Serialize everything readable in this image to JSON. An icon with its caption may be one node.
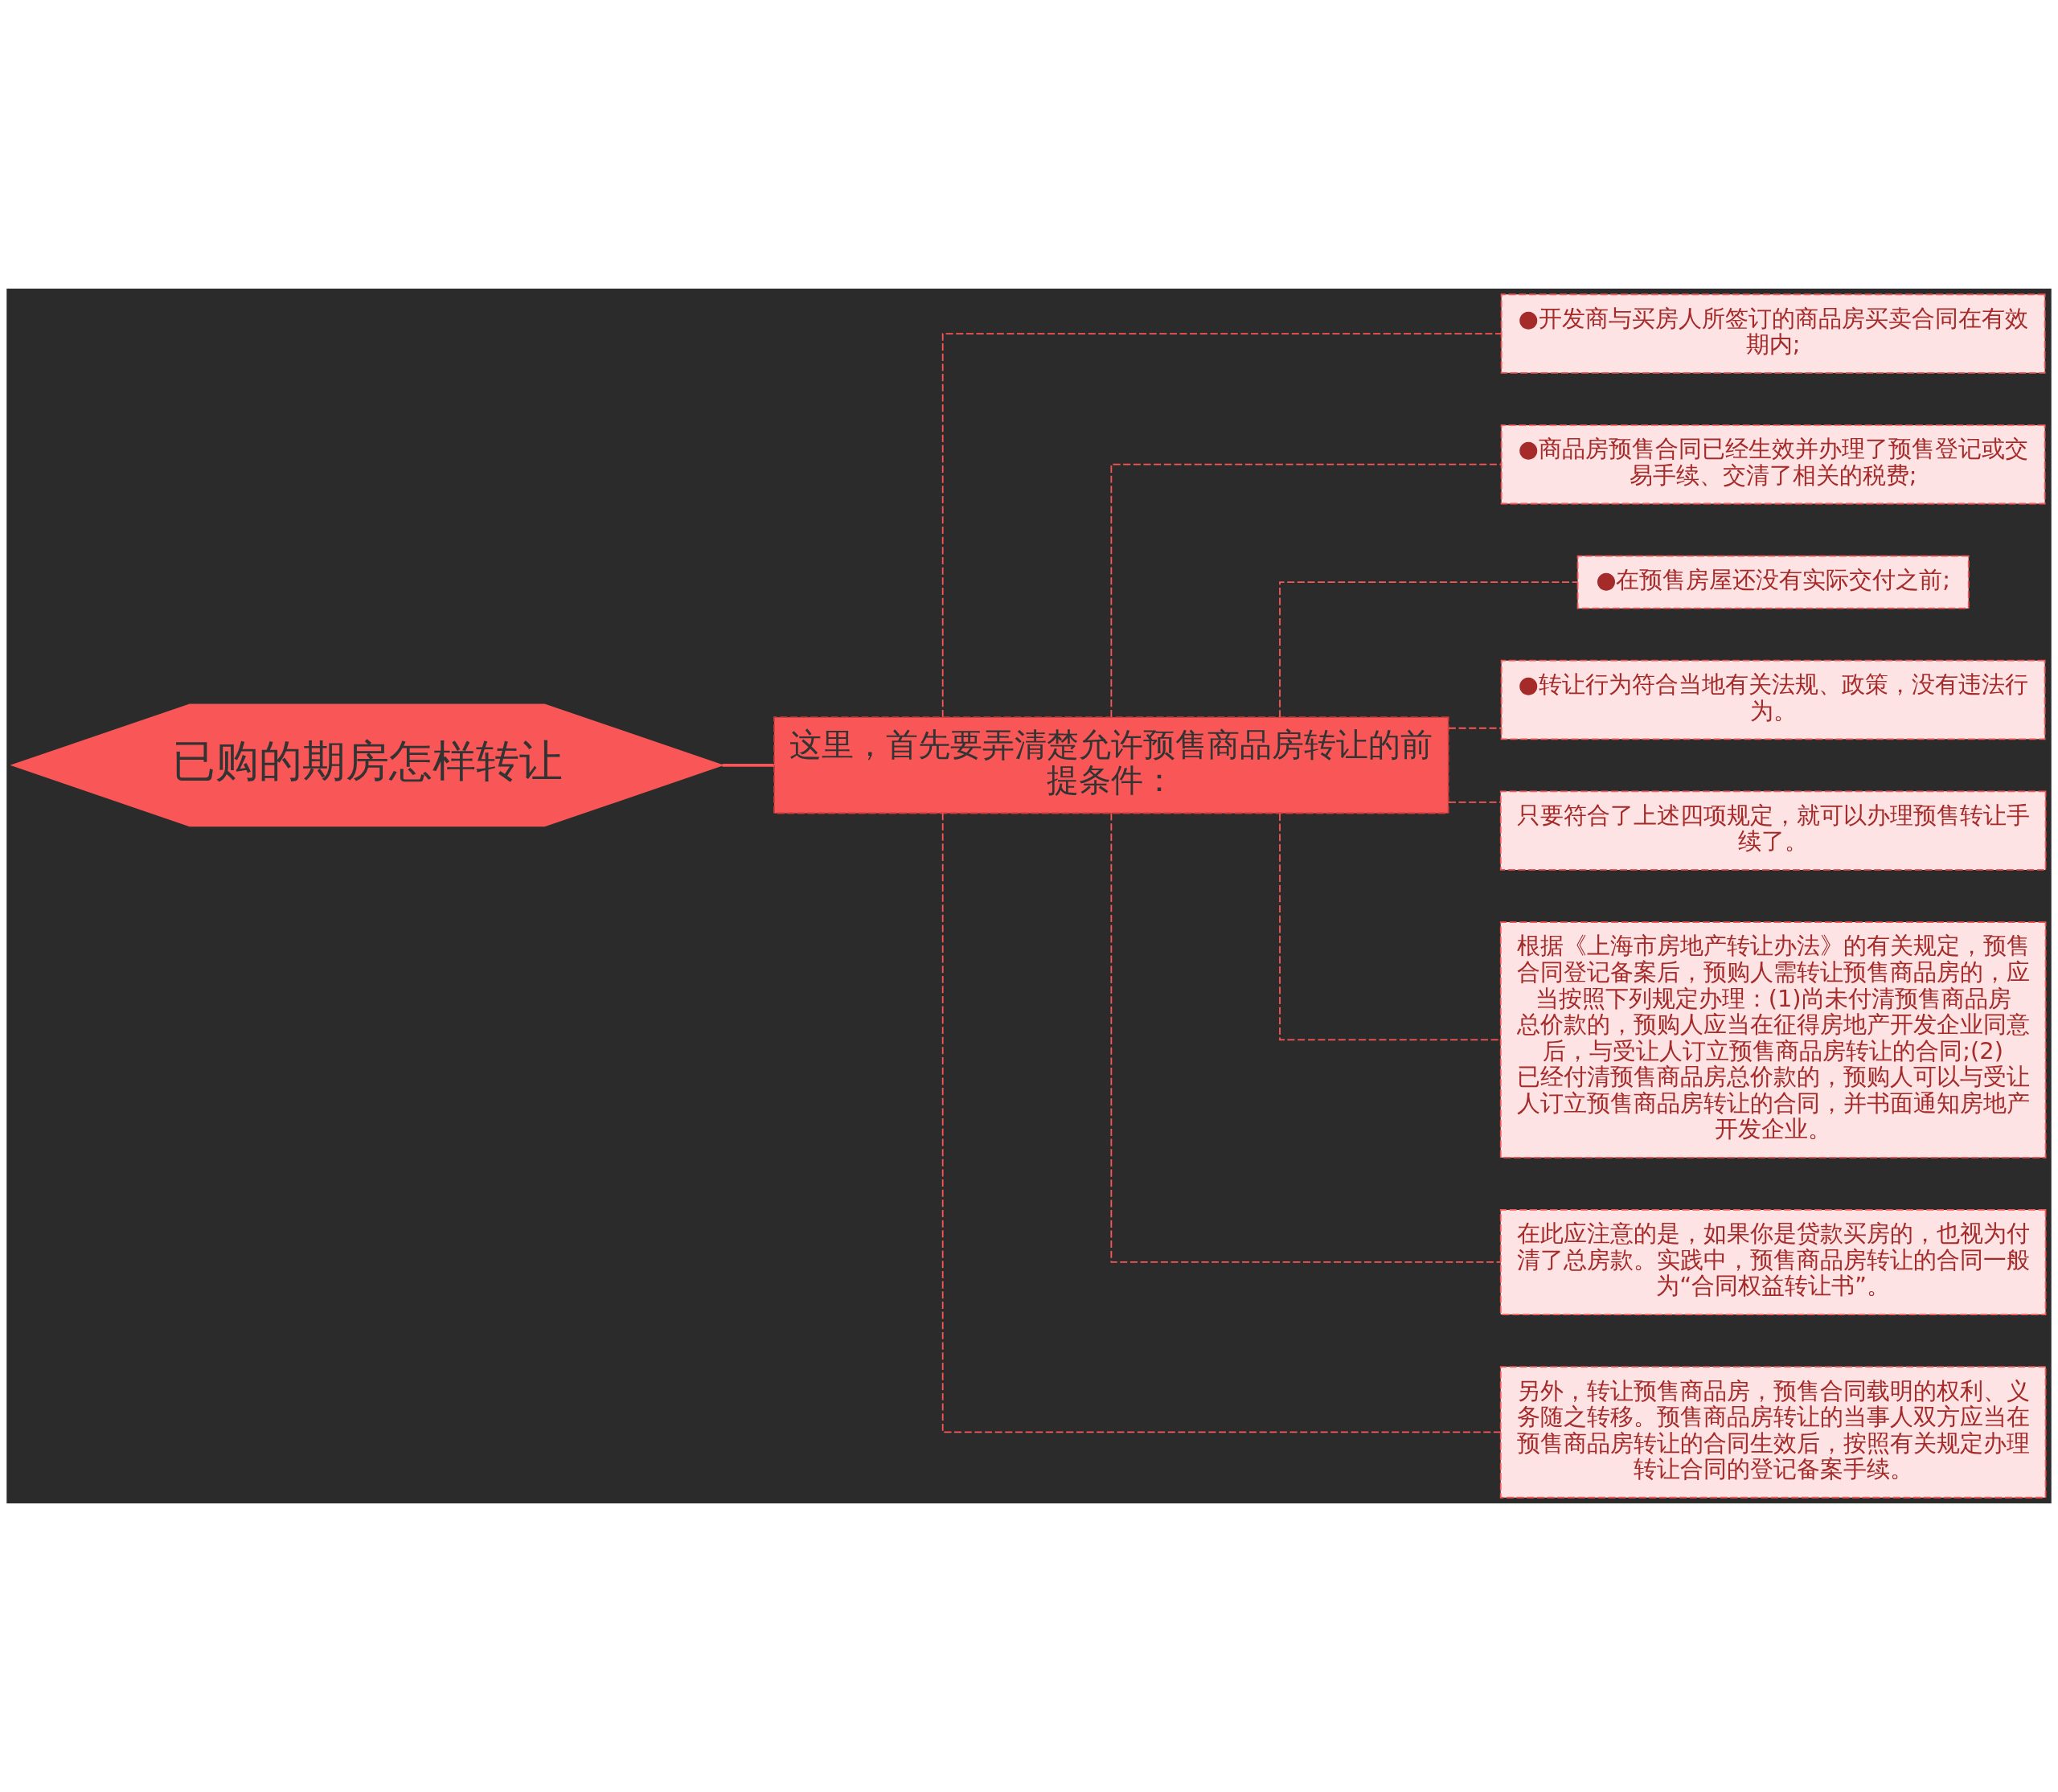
{
  "diagram": {
    "nodes": [
      {
        "text": [
          "已购的期房怎样转让"
        ]
      },
      {
        "text": [
          "这里，首先要弄清楚允许预售商品房转让的前提条件："
        ]
      },
      {
        "text": [
          "●开发商与买房人所签订的商品房买卖合同在有效期内;"
        ]
      },
      {
        "text": [
          "●商品房预售合同已经生效并办理了预售登记或交易手续、交清了相关的税费;"
        ]
      },
      {
        "text": [
          "●在预售房屋还没有实际交付之前;"
        ]
      },
      {
        "text": [
          "●转让行为符合当地有关法规、政策，没有违法行为。"
        ]
      },
      {
        "text": [
          "只要符合了上述四项规定，就可以办理预售转让手续了。"
        ]
      },
      {
        "text": [
          "根据《上海市房地产转让办法》的有关规定，预售合同登记备案后，预购人需转让预售商品房的，应当按照下列规定办理：(1)尚未付清预售商品房总价款的，预购人应当在征得房地产开发企业同意后，与受让人订立预售商品房转让的合同;(2)已经付清预售商品房总价款的，预购人可以与受让人订立预售商品房转让的合同，并书面通知房地产开发企业。"
        ]
      },
      {
        "text": [
          "在此应注意的是，如果你是贷款买房的，也视为付清了总房款。实践中，预售商品房转让的合同一般为“合同权益转让书”。"
        ]
      },
      {
        "text": [
          "另外，转让预售商品房，预售合同载明的权利、义务随之转移。预售商品房转让的当事人双方应当在预售商品房转让的合同生效后，按照有关规定办理转让合同的登记备案手续。"
        ]
      }
    ],
    "edges": [
      {
        "from": 0,
        "to": 1,
        "arrow": "none"
      },
      {
        "from": 1,
        "to": 2,
        "arrow": "none",
        "style": "dashed"
      },
      {
        "from": 1,
        "to": 3,
        "arrow": "none",
        "style": "dashed"
      },
      {
        "from": 1,
        "to": 4,
        "arrow": "none",
        "style": "dashed"
      },
      {
        "from": 1,
        "to": 5,
        "arrow": "none",
        "style": "dashed"
      },
      {
        "from": 1,
        "to": 6,
        "arrow": "none",
        "style": "dashed"
      },
      {
        "from": 1,
        "to": 7,
        "arrow": "none",
        "style": "dashed"
      },
      {
        "from": 1,
        "to": 8,
        "arrow": "none",
        "style": "dashed"
      },
      {
        "from": 1,
        "to": 9,
        "arrow": "none",
        "style": "dashed"
      }
    ]
  }
}
